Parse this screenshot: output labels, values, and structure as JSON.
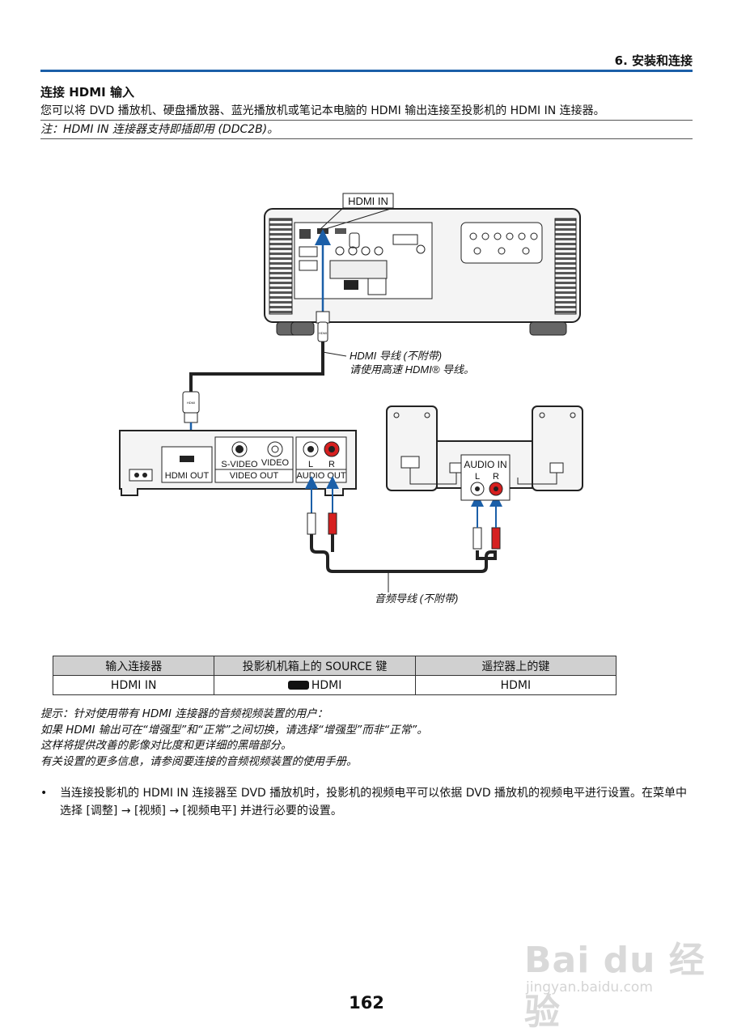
{
  "header": {
    "chapter": "6. 安装和连接"
  },
  "section": {
    "title": "连接 HDMI 输入",
    "intro": "您可以将 DVD 播放机、硬盘播放器、蓝光播放机或笔记本电脑的 HDMI 输出连接至投影机的 HDMI IN 连接器。",
    "note": "注：HDMI IN 连接器支持即插即用 (DDC2B)。"
  },
  "diagram": {
    "hdmi_in": "HDMI IN",
    "hdmi_cable": "HDMI 导线 (不附带)",
    "hdmi_cable_note": "请使用高速 HDMI® 导线。",
    "hdmi_out": "HDMI OUT",
    "s_video": "S-VIDEO",
    "video": "VIDEO",
    "video_out": "VIDEO OUT",
    "l": "L",
    "r": "R",
    "audio_out": "AUDIO OUT",
    "audio_in": "AUDIO IN",
    "audio_cable": "音频导线 (不附带)",
    "plug_hdmi": "HDMI"
  },
  "table": {
    "headers": [
      "输入连接器",
      "投影机机箱上的 SOURCE 键",
      "遥控器上的键"
    ],
    "row": [
      "HDMI IN",
      "HDMI",
      "HDMI"
    ]
  },
  "tips": [
    "提示：针对使用带有 HDMI 连接器的音频视频装置的用户：",
    "如果 HDMI 输出可在“增强型”和“正常”之间切换，请选择“增强型”而非“正常”。",
    "这样将提供改善的影像对比度和更详细的黑暗部分。",
    "有关设置的更多信息，请参阅要连接的音频视频装置的使用手册。"
  ],
  "bullet": {
    "symbol": "•",
    "text": "当连接投影机的 HDMI IN 连接器至 DVD 播放机时，投影机的视频电平可以依据 DVD 播放机的视频电平进行设置。在菜单中选择 [调整] → [视频] → [视频电平] 并进行必要的设置。"
  },
  "page_number": "162",
  "watermark": {
    "main": "Bai du 经验",
    "url": "jingyan.baidu.com"
  },
  "colors": {
    "rule": "#1b5fa8",
    "arrow": "#1b5fa8",
    "red_jack": "#d62020",
    "table_header": "#d0d0d0"
  }
}
